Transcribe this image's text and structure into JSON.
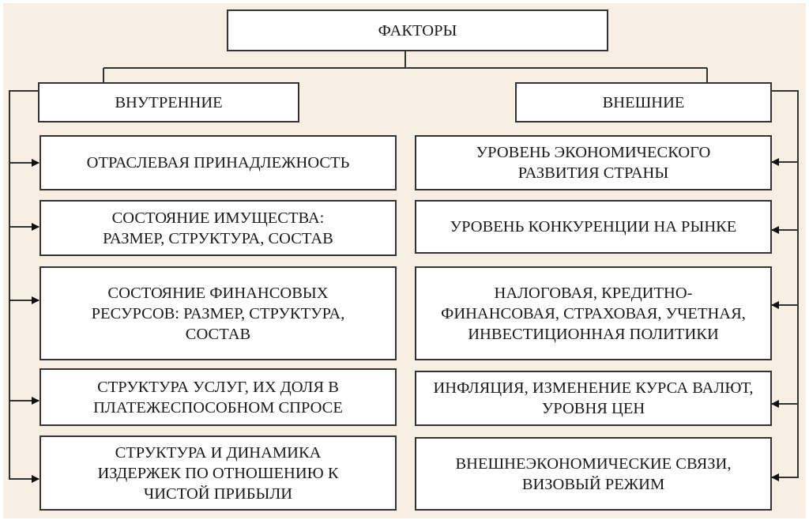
{
  "root": {
    "label": "ФАКТОРЫ"
  },
  "internal": {
    "label": "ВНУТРЕННИЕ",
    "items": [
      "ОТРАСЛЕВАЯ ПРИНАДЛЕЖНОСТЬ",
      "СОСТОЯНИЕ ИМУЩЕСТВА: РАЗМЕР, СТРУКТУРА, СОСТАВ",
      "СОСТОЯНИЕ ФИНАНСОВЫХ РЕСУРСОВ: РАЗМЕР, СТРУКТУРА, СОСТАВ",
      "СТРУКТУРА УСЛУГ, ИХ ДОЛЯ В ПЛАТЕЖЕСПОСОБНОМ СПРОСЕ",
      "СТРУКТУРА И ДИНАМИКА ИЗДЕРЖЕК ПО ОТНОШЕНИЮ К ЧИСТОЙ ПРИБЫЛИ"
    ]
  },
  "external": {
    "label": "ВНЕШНИЕ",
    "items": [
      "УРОВЕНЬ ЭКОНОМИЧЕСКОГО РАЗВИТИЯ СТРАНЫ",
      "УРОВЕНЬ КОНКУРЕНЦИИ НА РЫНКЕ",
      "НАЛОГОВАЯ, КРЕДИТНО-ФИНАНСОВАЯ, СТРАХОВАЯ, УЧЕТНАЯ, ИНВЕСТИЦИОННАЯ ПОЛИТИКИ",
      "ИНФЛЯЦИЯ, ИЗМЕНЕНИЕ КУРСА ВАЛЮТ, УРОВНЯ ЦЕН",
      "ВНЕШНЕЭКОНОМИЧЕСКИЕ СВЯЗИ, ВИЗОВЫЙ РЕЖИМ"
    ]
  }
}
